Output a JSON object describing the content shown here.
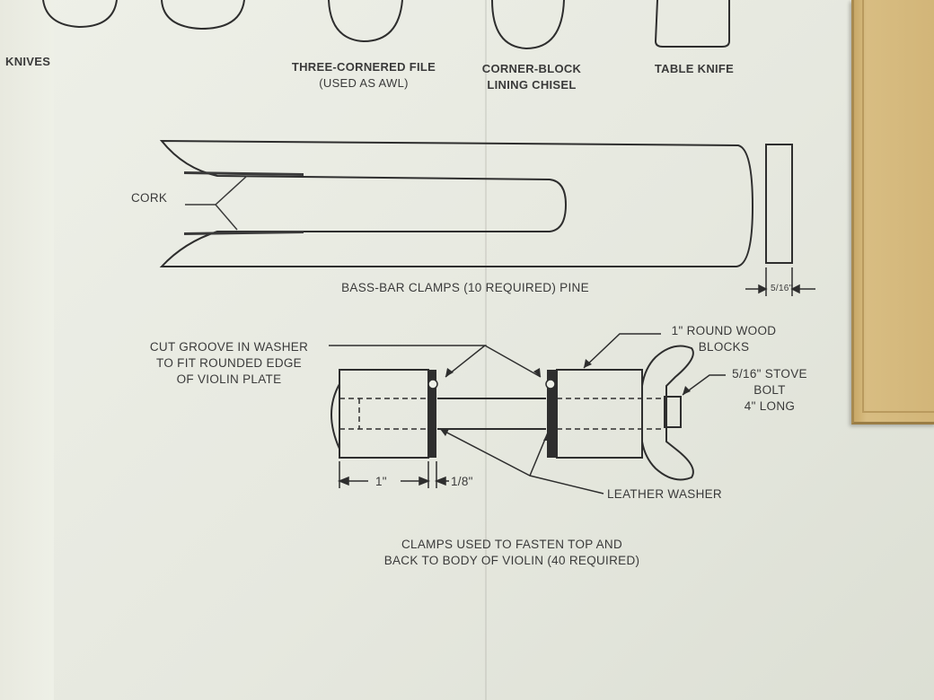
{
  "tools": {
    "knives": "KNIVES",
    "file_line1": "THREE-CORNERED FILE",
    "file_line2": "(USED AS AWL)",
    "chisel_line1": "CORNER-BLOCK",
    "chisel_line2": "LINING CHISEL",
    "table_knife": "TABLE KNIFE"
  },
  "bass_bar_clamp": {
    "cork_label": "CORK",
    "thickness": "5/16\"",
    "caption": "BASS-BAR CLAMPS (10 REQUIRED) PINE"
  },
  "violin_clamp": {
    "groove_line1": "CUT GROOVE IN WASHER",
    "groove_line2": "TO FIT ROUNDED EDGE",
    "groove_line3": "OF VIOLIN PLATE",
    "blocks_line1": "1\" ROUND WOOD",
    "blocks_line2": "BLOCKS",
    "bolt_line1": "5/16\" STOVE",
    "bolt_line2": "BOLT",
    "bolt_line3": "4\" LONG",
    "dim_block": "1\"",
    "dim_washer": "1/8\"",
    "washer_label": "LEATHER WASHER",
    "caption_line1": "CLAMPS USED TO FASTEN TOP AND",
    "caption_line2": "BACK TO BODY OF VIOLIN (40 REQUIRED)"
  }
}
